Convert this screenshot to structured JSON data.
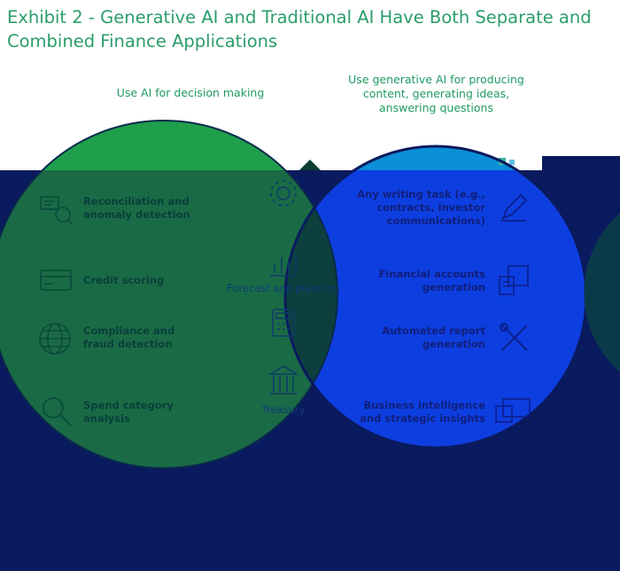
{
  "title": "Exhibit 2 - Generative AI and Traditional AI Have Both Separate and Combined Finance Applications",
  "captions": {
    "left": "Use AI for decision making",
    "right": "Use generative AI for producing content, generating ideas, answering questions"
  },
  "colors": {
    "left_circle": "#1f9f4c",
    "right_circle": "#0b8fd8",
    "navy_overlay": "#0a1a5e",
    "left_circle_dim": "#1a6b45",
    "right_circle_dim": "#0d3ee0",
    "overlap_dim": "#0d3f3e",
    "title_color": "#2a9d6a"
  },
  "left_items": [
    {
      "label": "Reconciliation and anomaly detection",
      "icon": "reconciliation-icon"
    },
    {
      "label": "Credit scoring",
      "icon": "credit-card-icon"
    },
    {
      "label": "Compliance and fraud detection",
      "icon": "globe-icon"
    },
    {
      "label": "Spend category analysis",
      "icon": "magnifier-icon"
    }
  ],
  "middle_items": [
    {
      "label": "",
      "icon": "gear-icon"
    },
    {
      "label": "Forecast and planning",
      "icon": "chart-icon"
    },
    {
      "label": "",
      "icon": "calculator-icon"
    },
    {
      "label": "Treasury",
      "icon": "bank-icon"
    }
  ],
  "right_items": [
    {
      "label": "Any writing task (e.g., contracts, investor communications)",
      "icon": "pen-icon"
    },
    {
      "label": "Financial accounts generation",
      "icon": "documents-icon"
    },
    {
      "label": "Automated report generation",
      "icon": "tools-icon"
    },
    {
      "label": "Business intelligence and strategic insights",
      "icon": "screen-icon"
    }
  ]
}
